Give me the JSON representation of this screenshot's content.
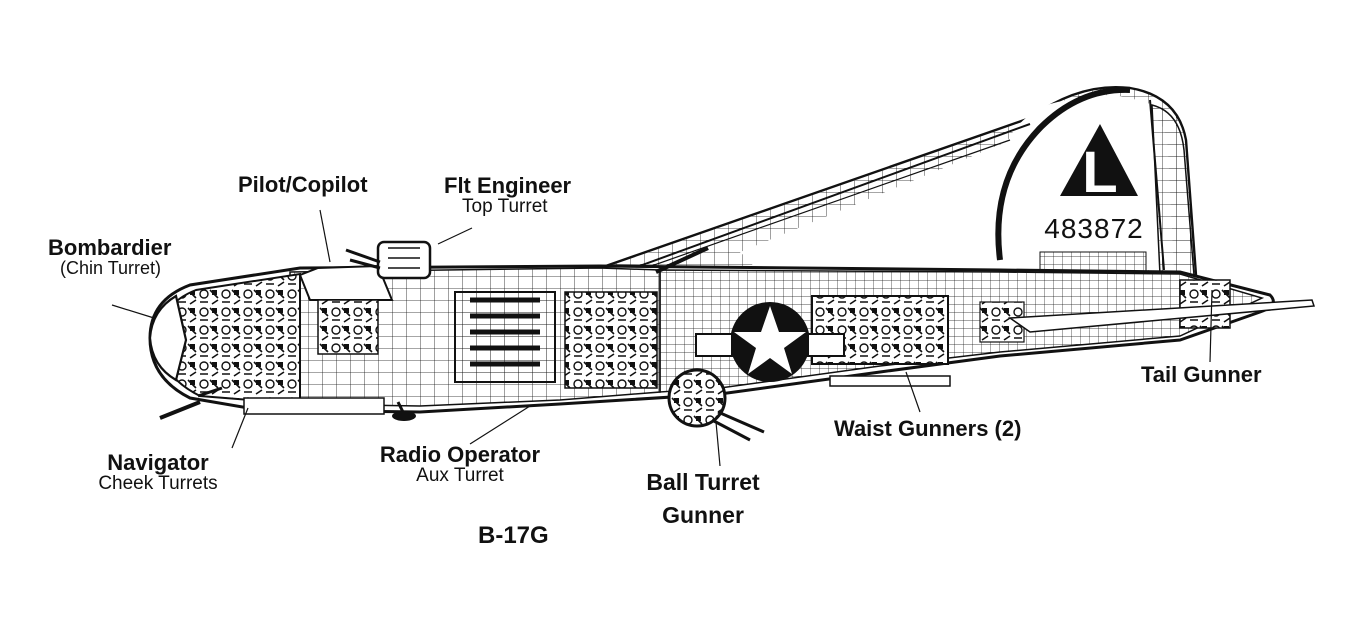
{
  "diagram": {
    "model": "B-17G",
    "tail_code": "483872",
    "tail_letter": "L",
    "colors": {
      "ink": "#111111",
      "paper": "#ffffff",
      "shade": "#d8d8d8"
    },
    "labels": {
      "bombardier": {
        "main": "Bombardier",
        "sub": "(Chin Turret)"
      },
      "pilot": {
        "main": "Pilot/Copilot"
      },
      "engineer": {
        "main": "Flt Engineer",
        "sub": "Top Turret"
      },
      "tail": {
        "main": "Tail Gunner"
      },
      "waist": {
        "main": "Waist Gunners (2)"
      },
      "navigator": {
        "main": "Navigator",
        "sub": "Cheek Turrets"
      },
      "radio": {
        "main": "Radio Operator",
        "sub": "Aux Turret"
      },
      "ball_line1": "Ball Turret",
      "ball_line2": "Gunner"
    }
  }
}
